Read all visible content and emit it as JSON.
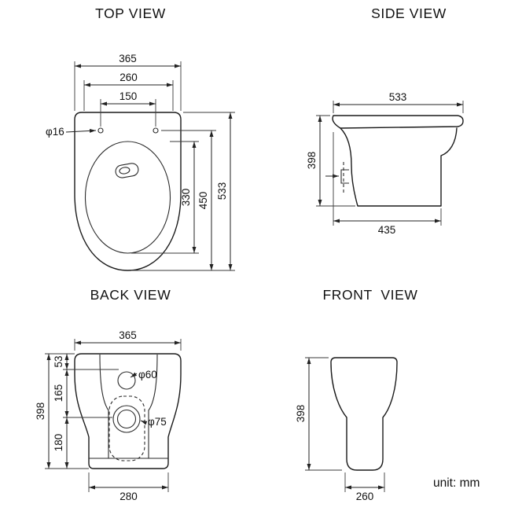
{
  "unit_label": "unit: mm",
  "views": {
    "top": {
      "title": "TOP VIEW",
      "dims": {
        "overall_width": "365",
        "seat_width": "260",
        "hinge_spacing": "150",
        "hinge_hole_dia": "φ16",
        "bowl_depth": "330",
        "seat_depth": "450",
        "overall_depth": "533"
      }
    },
    "side": {
      "title": "SIDE VIEW",
      "dims": {
        "overall_depth": "533",
        "height": "398",
        "pan_depth": "435"
      }
    },
    "back": {
      "title": "BACK VIEW",
      "dims": {
        "overall_width": "365",
        "top_segment": "53",
        "middle_segment": "165",
        "bottom_segment": "180",
        "height": "398",
        "inlet_hole_dia": "φ60",
        "outlet_hole_dia": "φ75",
        "base_width": "280"
      }
    },
    "front": {
      "title": "FRONT  VIEW",
      "dims": {
        "height": "398",
        "base_width": "260"
      }
    }
  }
}
